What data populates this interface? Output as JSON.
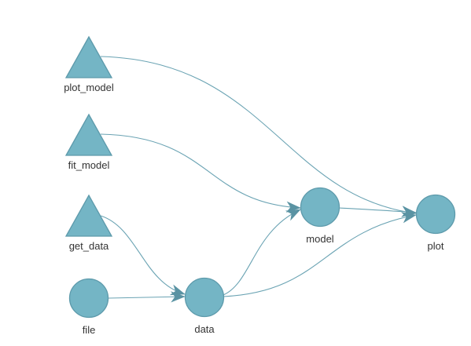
{
  "graph": {
    "nodes": [
      {
        "id": "plot_model",
        "label": "plot_model",
        "shape": "triangle"
      },
      {
        "id": "fit_model",
        "label": "fit_model",
        "shape": "triangle"
      },
      {
        "id": "get_data",
        "label": "get_data",
        "shape": "triangle"
      },
      {
        "id": "file",
        "label": "file",
        "shape": "circle"
      },
      {
        "id": "data",
        "label": "data",
        "shape": "circle"
      },
      {
        "id": "model",
        "label": "model",
        "shape": "circle"
      },
      {
        "id": "plot",
        "label": "plot",
        "shape": "circle"
      }
    ],
    "edges": [
      {
        "from": "plot_model",
        "to": "plot"
      },
      {
        "from": "fit_model",
        "to": "model"
      },
      {
        "from": "get_data",
        "to": "data"
      },
      {
        "from": "file",
        "to": "data"
      },
      {
        "from": "data",
        "to": "model"
      },
      {
        "from": "data",
        "to": "plot"
      },
      {
        "from": "model",
        "to": "plot"
      }
    ],
    "colors": {
      "node_fill": "#74b5c5",
      "node_stroke": "#5d9aab",
      "edge": "#6aa3b3",
      "arrow": "#5a93a3",
      "label": "#333333"
    }
  }
}
